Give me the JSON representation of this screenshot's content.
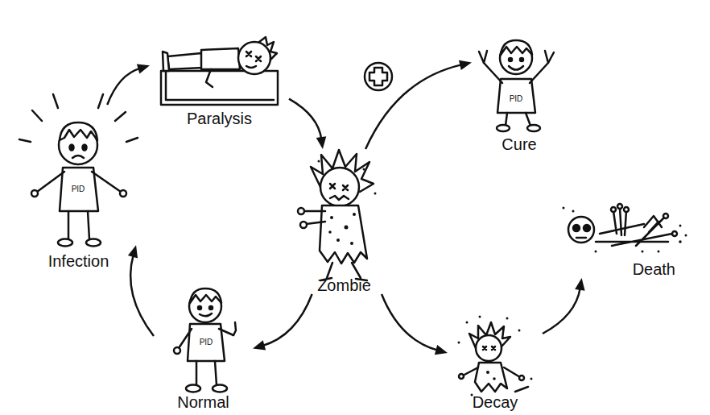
{
  "diagram": {
    "nodes": [
      {
        "text": [
          "Infection"
        ]
      },
      {
        "text": [
          "Paralysis"
        ]
      },
      {
        "text": [
          "Zombie"
        ]
      },
      {
        "text": [
          "Cure"
        ]
      },
      {
        "text": [
          "Normal"
        ]
      },
      {
        "text": [
          "Decay"
        ]
      },
      {
        "text": [
          "Death"
        ]
      }
    ],
    "edges": [
      {
        "from": 0,
        "to": 1,
        "arrow": "to"
      },
      {
        "from": 1,
        "to": 2,
        "arrow": "to"
      },
      {
        "from": 2,
        "to": 3,
        "arrow": "to"
      },
      {
        "from": 2,
        "to": 4,
        "arrow": "to"
      },
      {
        "from": 4,
        "to": 0,
        "arrow": "to"
      },
      {
        "from": 2,
        "to": 5,
        "arrow": "to"
      },
      {
        "from": 5,
        "to": 6,
        "arrow": "to"
      }
    ],
    "labels": [
      "PID",
      "PID",
      "PID"
    ]
  }
}
